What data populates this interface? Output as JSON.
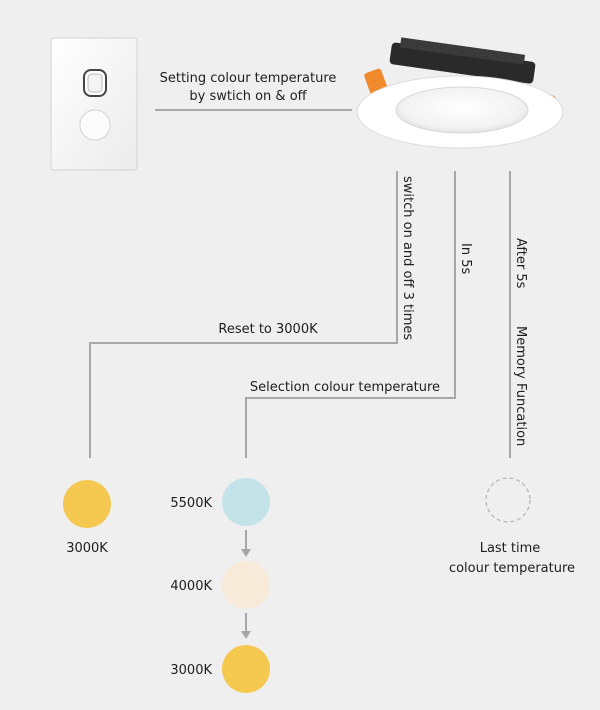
{
  "top": {
    "caption_line1": "Setting colour temperature",
    "caption_line2": "by swtich on & off"
  },
  "branches": {
    "reset": {
      "condition": "switch on and off 3 times",
      "result": "Reset to 3000K",
      "output_label": "3000K"
    },
    "selection": {
      "condition": "In 5s",
      "result": "Selection colour temperature",
      "steps": [
        "5500K",
        "4000K",
        "3000K"
      ]
    },
    "memory": {
      "condition_a": "After 5s",
      "condition_b": "Memory Funcation",
      "output_line1": "Last time",
      "output_line2": "colour temperature"
    }
  },
  "colors": {
    "warm_3000k": "#f5c850",
    "cool_5500k": "#c4e3e8",
    "neutral_4000k": "#f8ead8",
    "connector": "#a7a7a7",
    "background": "#efefef"
  },
  "icons": {
    "switch": "wall-switch-icon",
    "downlight": "downlight-icon",
    "memory": "dashed-circle-icon"
  }
}
